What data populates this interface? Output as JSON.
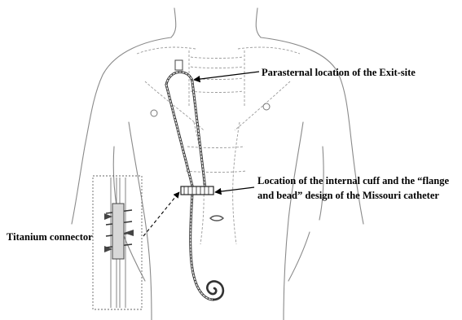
{
  "labels": {
    "exit_site": "Parasternal location of the Exit-site",
    "cuff_line1": "Location of the internal cuff and the “flange",
    "cuff_line2": "and bead” design of the Missouri catheter",
    "titanium": "Titanium connector"
  },
  "colors": {
    "outline": "#8a8a8a",
    "catheter": "#333333",
    "arrow": "#000000",
    "text": "#000000"
  }
}
